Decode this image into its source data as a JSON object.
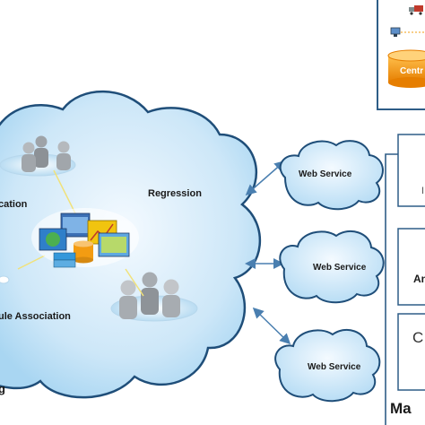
{
  "central_panel": {
    "db_label": "Centr"
  },
  "big_cloud": {
    "labels": {
      "classification": "cation",
      "regression": "Regression",
      "association": "ule Association",
      "clustering": "g"
    }
  },
  "web_services": [
    {
      "label": "Web Service"
    },
    {
      "label": "Web Service"
    },
    {
      "label": "Web Service"
    }
  ],
  "right_panel": {
    "heading": "Ma",
    "box_texts": [
      "I",
      "An",
      "C"
    ]
  },
  "colors": {
    "cloud_fill_light": "#eaf5fd",
    "cloud_fill_dark": "#a9d6f2",
    "cloud_stroke": "#1f4e79",
    "arrow": "#4a7fb0",
    "panel_border": "#2e5d87",
    "db_orange": "#f39c12"
  }
}
